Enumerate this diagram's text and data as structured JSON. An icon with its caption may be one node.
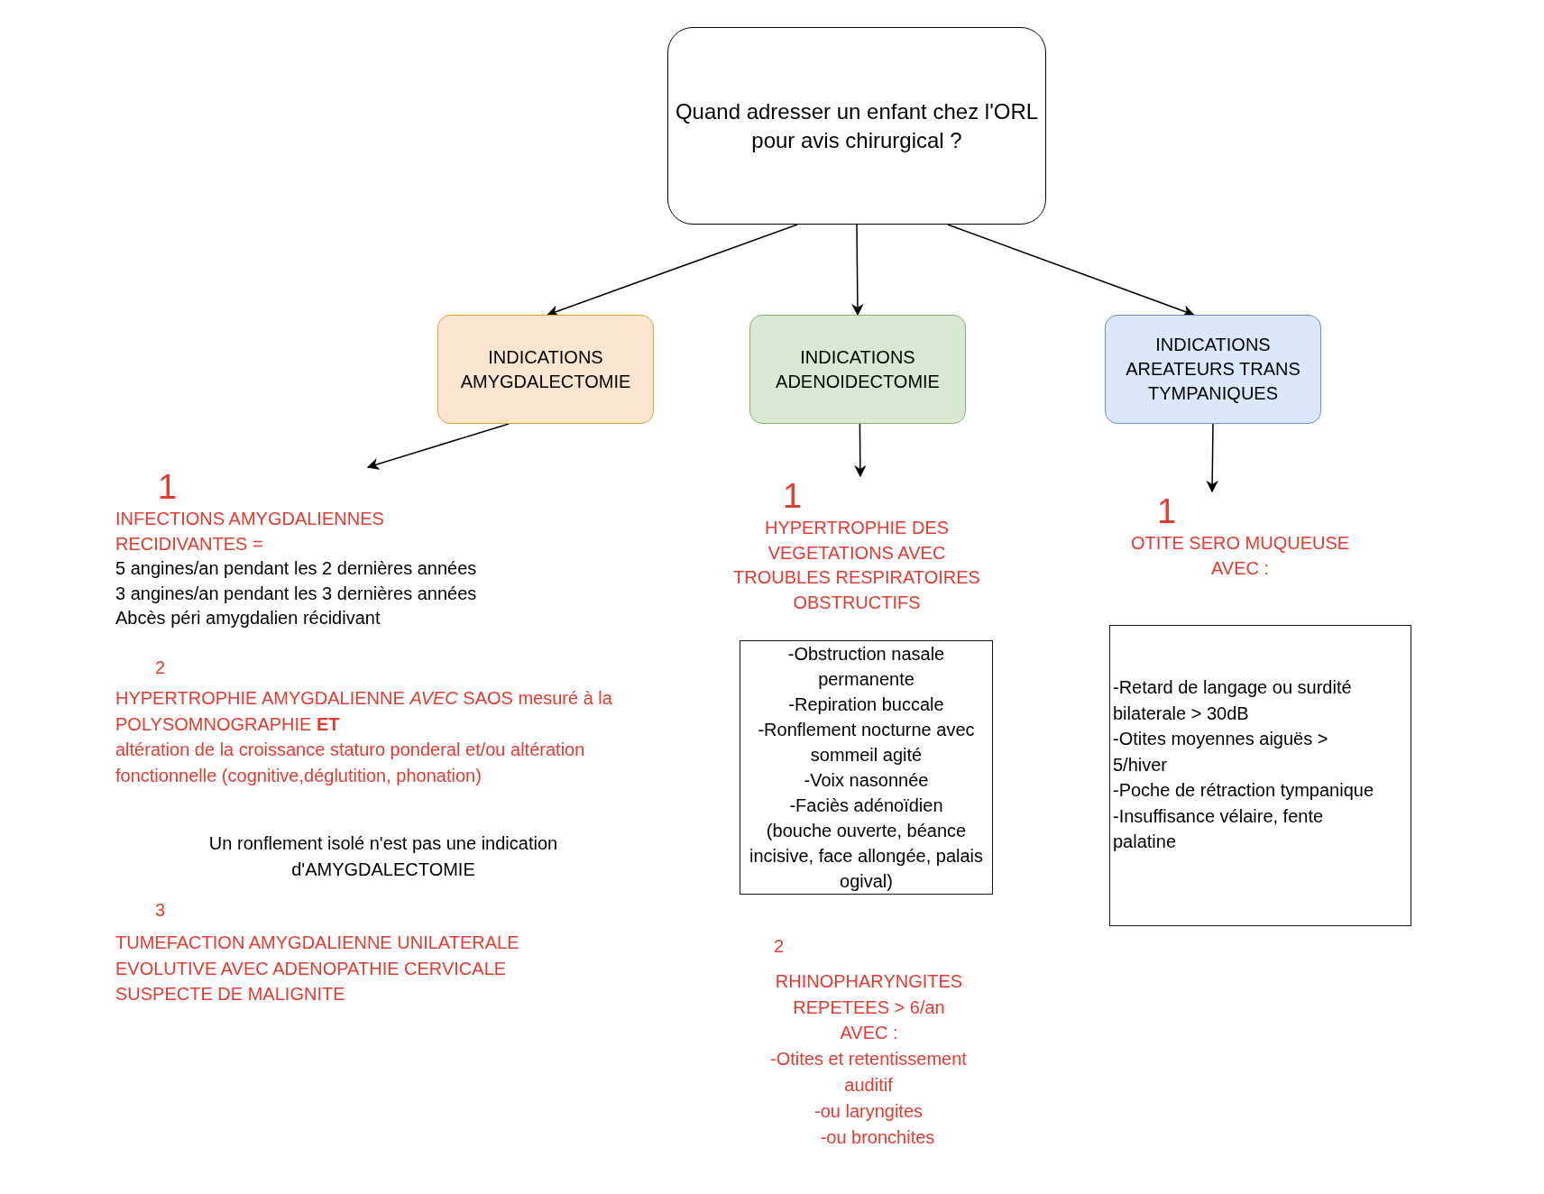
{
  "diagram": {
    "nodes": [
      {
        "text": [
          "Quand adresser un enfant chez l'ORL pour avis chirurgical ?"
        ]
      },
      {
        "text": [
          "INDICATIONS AMYGDALECTOMIE"
        ]
      },
      {
        "text": [
          "INDICATIONS ADENOIDECTOMIE"
        ]
      },
      {
        "text": [
          "INDICATIONS AREATEURS TRANS TYMPANIQUES"
        ]
      },
      {
        "text": [
          "1",
          "INFECTIONS AMYGDALIENNES RECIDIVANTES =",
          "5 angines/an pendant les 2 dernières années",
          "3 angines/an pendant les 3 dernières années",
          "Abcès péri amygdalien récidivant"
        ]
      },
      {
        "text": [
          "1",
          "HYPERTROPHIE DES VEGETATIONS AVEC TROUBLES RESPIRATOIRES OBSTRUCTIFS"
        ]
      },
      {
        "text": [
          "1",
          "OTITE SERO MUQUEUSE AVEC :"
        ]
      },
      {
        "text": [
          "-Obstruction nasale permanente",
          "-Repiration buccale",
          "-Ronflement nocturne avec sommeil agité",
          "-Voix nasonnée",
          "-Faciès adénoïdien",
          "(bouche ouverte, béance incisive, face allongée, palais ogival)"
        ]
      },
      {
        "text": [
          "-Retard de langage ou surdité bilaterale > 30dB",
          "-Otites moyennes aiguës > 5/hiver",
          "-Poche de rétraction tympanique",
          "-Insuffisance vélaire, fente palatine"
        ]
      }
    ],
    "edges": [
      {
        "from": 0,
        "to": 1,
        "arrow": "to"
      },
      {
        "from": 0,
        "to": 2,
        "arrow": "to"
      },
      {
        "from": 0,
        "to": 3,
        "arrow": "to"
      },
      {
        "from": 1,
        "to": 4,
        "arrow": "to"
      },
      {
        "from": 2,
        "to": 5,
        "arrow": "to"
      },
      {
        "from": 3,
        "to": 6,
        "arrow": "to"
      }
    ],
    "labels": [
      "2",
      "HYPERTROPHIE AMYGDALIENNE *AVEC* SAOS mesuré à la POLYSOMNOGRAPHIE **ET**",
      "altération de la croissance staturo ponderal et/ou altération fonctionnelle (cognitive,déglutition, phonation)",
      "Un ronflement isolé n'est pas une indication d'AMYGDALECTOMIE",
      "3",
      "TUMEFACTION AMYGDALIENNE UNILATERALE EVOLUTIVE AVEC ADENOPATHIE CERVICALE SUSPECTE DE MALIGNITE",
      "2",
      "RHINOPHARYNGITES REPETEES > 6/an AVEC :",
      "-Otites et retentissement auditif",
      "-ou laryngites",
      "-ou bronchites"
    ]
  }
}
